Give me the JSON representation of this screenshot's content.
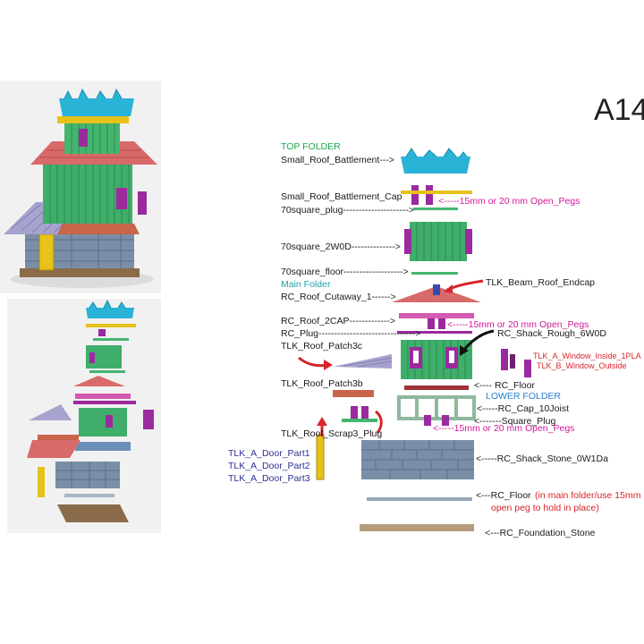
{
  "title_code": "A14",
  "colors": {
    "top_folder": "#1aa84a",
    "main_folder": "#1fa3a8",
    "lower_folder": "#2a80d0",
    "pegs": "#d2199a",
    "window_labels": "#d8242a",
    "door_labels": "#2e3192",
    "note": "#d8242a"
  },
  "folders": {
    "top": "TOP FOLDER",
    "main": "Main Folder",
    "lower": "LOWER FOLDER"
  },
  "labels": {
    "small_roof_battlement": "Small_Roof_Battlement--->",
    "small_roof_battlement_cap": "Small_Roof_Battlement_Cap",
    "pegs_1": "<-----15mm or 20 mm Open_Pegs",
    "square_plug_70": "70square_plug--------------------->",
    "square_2w0d_70": "70square_2W0D-------------->",
    "square_floor_70": "70square_floor------------------->",
    "beam_roof_endcap": "TLK_Beam_Roof_Endcap",
    "roof_cutaway": "RC_Roof_Cutaway_1------>",
    "roof_2cap": "RC_Roof_2CAP------------->",
    "pegs_2": "<-----15mm or 20 mm Open_Pegs",
    "rc_plug": "RC_Plug------------------------------->",
    "shack_rough": "RC_Shack_Rough_6W0D",
    "roof_patch3c": "TLK_Roof_Patch3c",
    "window_inside": "TLK_A_Window_Inside_1PLA",
    "window_outside": "TLK_B_Window_Outside",
    "roof_patch3b": "TLK_Roof_Patch3b",
    "rc_floor_upper": "<---- RC_Floor",
    "rc_cap": "<-----RC_Cap_10Joist",
    "square_plug": "<-------Square_Plug",
    "pegs_3": "<-----15mm or 20 mm Open_Pegs",
    "roof_scrap3": "TLK_Roof_Scrap3_Plug",
    "door_part1": "TLK_A_Door_Part1",
    "door_part2": "TLK_A_Door_Part2",
    "door_part3": "TLK_A_Door_Part3",
    "shack_stone": "<-----RC_Shack_Stone_0W1Da",
    "rc_floor_lower": "<---RC_Floor",
    "floor_note_1": "(in main folder/use 15mm",
    "floor_note_2": "open peg to hold in place)",
    "foundation_stone": "<---RC_Foundation_Stone"
  }
}
